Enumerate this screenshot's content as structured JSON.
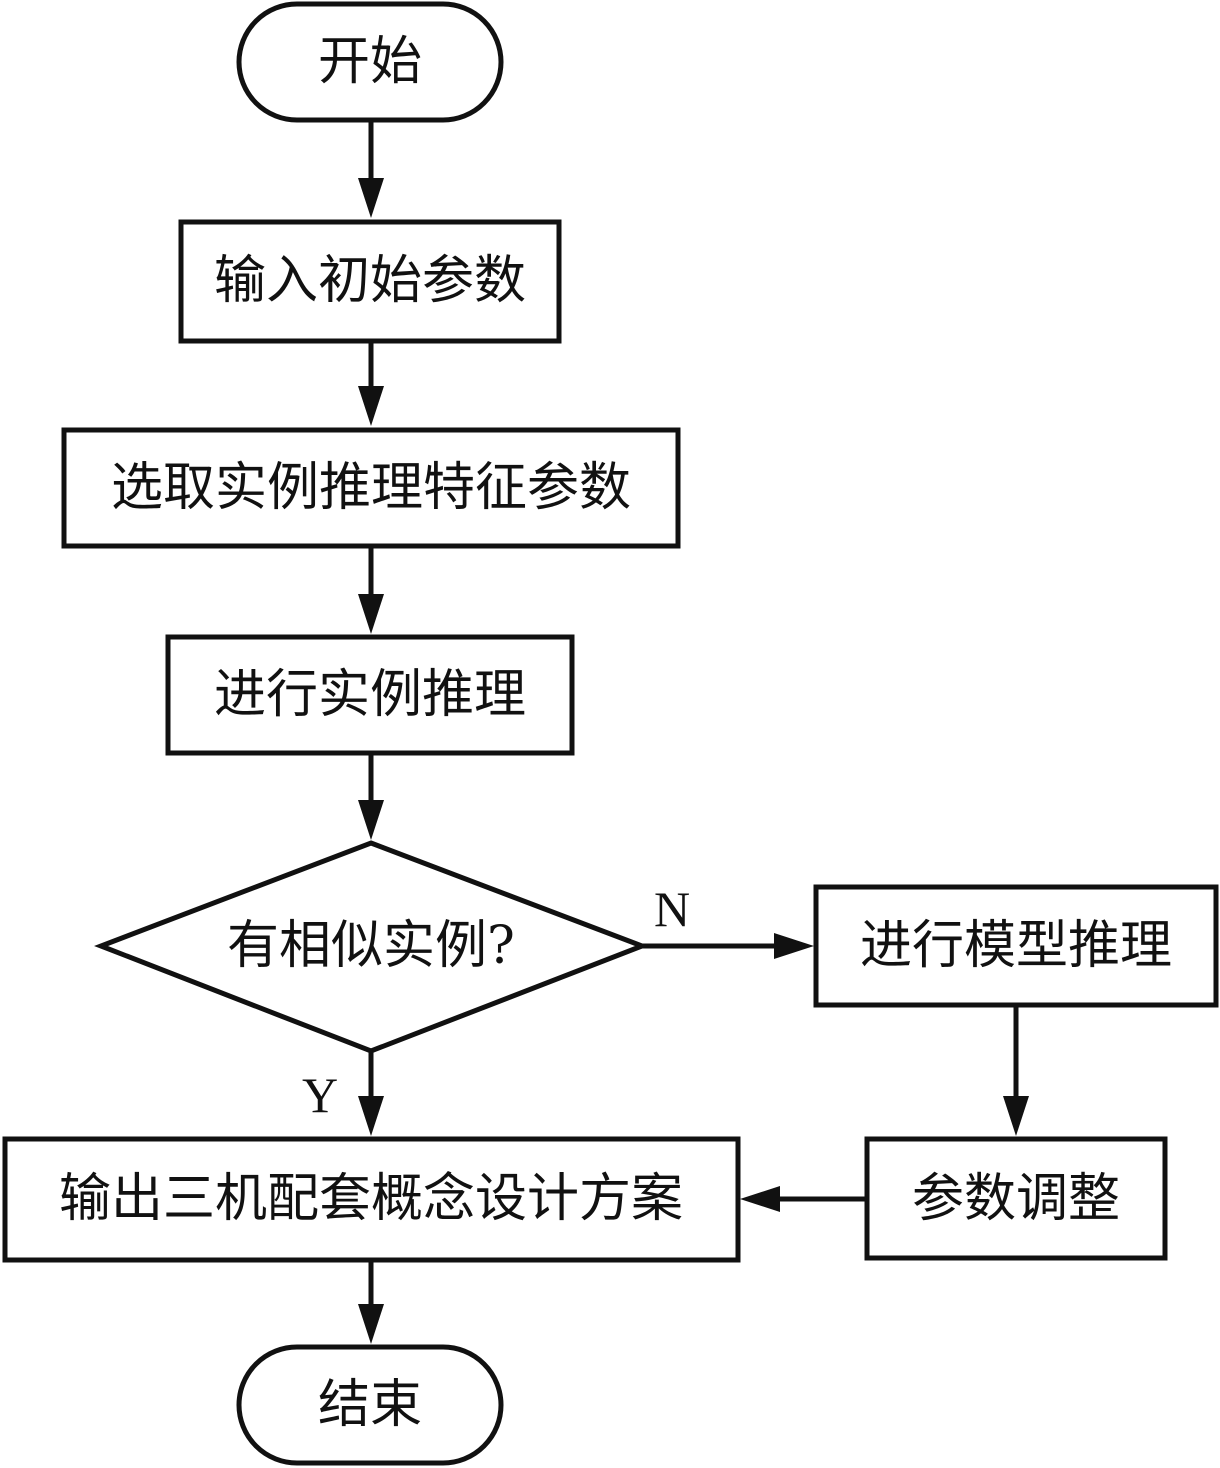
{
  "nodes": {
    "start": "开始",
    "input_params": "输入初始参数",
    "select_features": "选取实例推理特征参数",
    "case_reasoning": "进行实例推理",
    "decision": "有相似实例?",
    "model_reasoning": "进行模型推理",
    "param_adjust": "参数调整",
    "output_scheme": "输出三机配套概念设计方案",
    "end": "结束"
  },
  "branches": {
    "no": "N",
    "yes": "Y"
  },
  "colors": {
    "stroke": "#111111",
    "fill": "#ffffff"
  }
}
